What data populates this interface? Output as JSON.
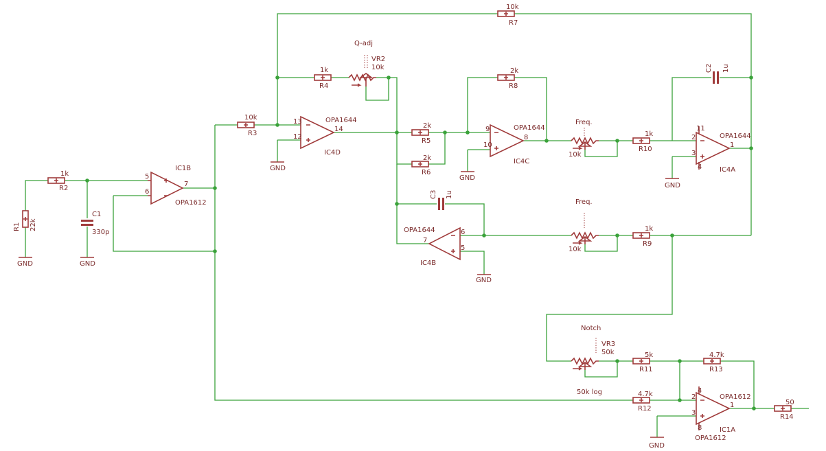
{
  "colors": {
    "wire": "#3aa23a",
    "part": "#a03b3b",
    "text": "#7a2a2a",
    "background": "#ffffff"
  },
  "resistors": {
    "R1": {
      "name": "R1",
      "value": "22k"
    },
    "R2": {
      "name": "R2",
      "value": "1k"
    },
    "R3": {
      "name": "R3",
      "value": "10k"
    },
    "R4": {
      "name": "R4",
      "value": "1k"
    },
    "R5": {
      "name": "R5",
      "value": "2k"
    },
    "R6": {
      "name": "R6",
      "value": "2k"
    },
    "R7": {
      "name": "R7",
      "value": "10k"
    },
    "R8": {
      "name": "R8",
      "value": "2k"
    },
    "R9": {
      "name": "R9",
      "value": "1k"
    },
    "R10": {
      "name": "R10",
      "value": "1k"
    },
    "R11": {
      "name": "R11",
      "value": "5k"
    },
    "R12": {
      "name": "R12",
      "value": "4.7k"
    },
    "R13": {
      "name": "R13",
      "value": "4.7k"
    },
    "R14": {
      "name": "R14",
      "value": "50"
    }
  },
  "capacitors": {
    "C1": {
      "name": "C1",
      "value": "330p"
    },
    "C2": {
      "name": "C2",
      "value": "1u"
    },
    "C3": {
      "name": "C3",
      "value": "1u"
    }
  },
  "pots": {
    "VR2": {
      "name": "VR2",
      "value": "10k",
      "label": "Q-adj"
    },
    "FREQ1": {
      "value": "10k",
      "label": "Freq."
    },
    "FREQ2": {
      "value": "10k",
      "label": "Freq."
    },
    "VR3": {
      "name": "VR3",
      "value": "50k",
      "label": "Notch",
      "note": "50k log"
    }
  },
  "opamps": {
    "IC1B": {
      "name": "IC1B",
      "value": "OPA1612",
      "pin_plus": "5",
      "pin_minus": "6",
      "pin_out": "7"
    },
    "IC4D": {
      "name": "IC4D",
      "value": "OPA1644",
      "pin_plus": "12",
      "pin_minus": "13",
      "pin_out": "14"
    },
    "IC4C": {
      "name": "IC4C",
      "value": "OPA1644",
      "pin_plus": "10",
      "pin_minus": "9",
      "pin_out": "8"
    },
    "IC4A": {
      "name": "IC4A",
      "value": "OPA1644",
      "pin_plus": "3",
      "pin_minus": "2",
      "pin_out": "1",
      "pin_vplus": "11",
      "pin_vminus": "4"
    },
    "IC4B": {
      "name": "IC4B",
      "value": "OPA1644",
      "pin_plus": "5",
      "pin_minus": "6",
      "pin_out": "7"
    },
    "IC1A": {
      "name": "IC1A",
      "value": "OPA1612",
      "value2": "OPA1612",
      "pin_plus": "3",
      "pin_minus": "2",
      "pin_out": "1",
      "pin_vplus": "4",
      "pin_vminus": "8"
    }
  },
  "ground_label": "GND"
}
